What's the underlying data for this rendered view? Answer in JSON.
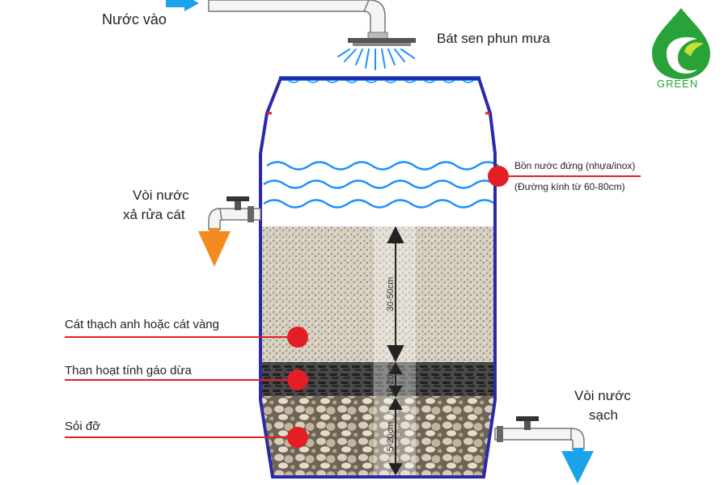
{
  "labels": {
    "water_in": "Nước vào",
    "shower_head": "Bát sen phun mưa",
    "tank_title": "Bồn nước đứng (nhựa/inox)",
    "tank_diameter": "(Đường kính từ 60-80cm)",
    "backwash_valve_line1": "Vòi nước",
    "backwash_valve_line2": "xả rửa cát",
    "clean_valve_line1": "Vòi nước",
    "clean_valve_line2": "sạch",
    "layer_sand": "Cát thạch anh hoặc cát vàng",
    "layer_carbon": "Than hoạt tính gáo dừa",
    "layer_gravel": "Sỏi đỡ",
    "dim_sand": "30-50cm",
    "dim_carbon": "10-20cm",
    "dim_gravel": "5-20cm"
  },
  "logo": {
    "text": "GREEN",
    "icon": "leaf-drop-icon"
  },
  "colors": {
    "tank_outline": "#2a2aa8",
    "water_blue": "#1e90ff",
    "callout_red": "#e31e24",
    "arrow_orange": "#f28c1e",
    "arrow_blue": "#1aa3e8",
    "logo_green": "#27a33a"
  }
}
